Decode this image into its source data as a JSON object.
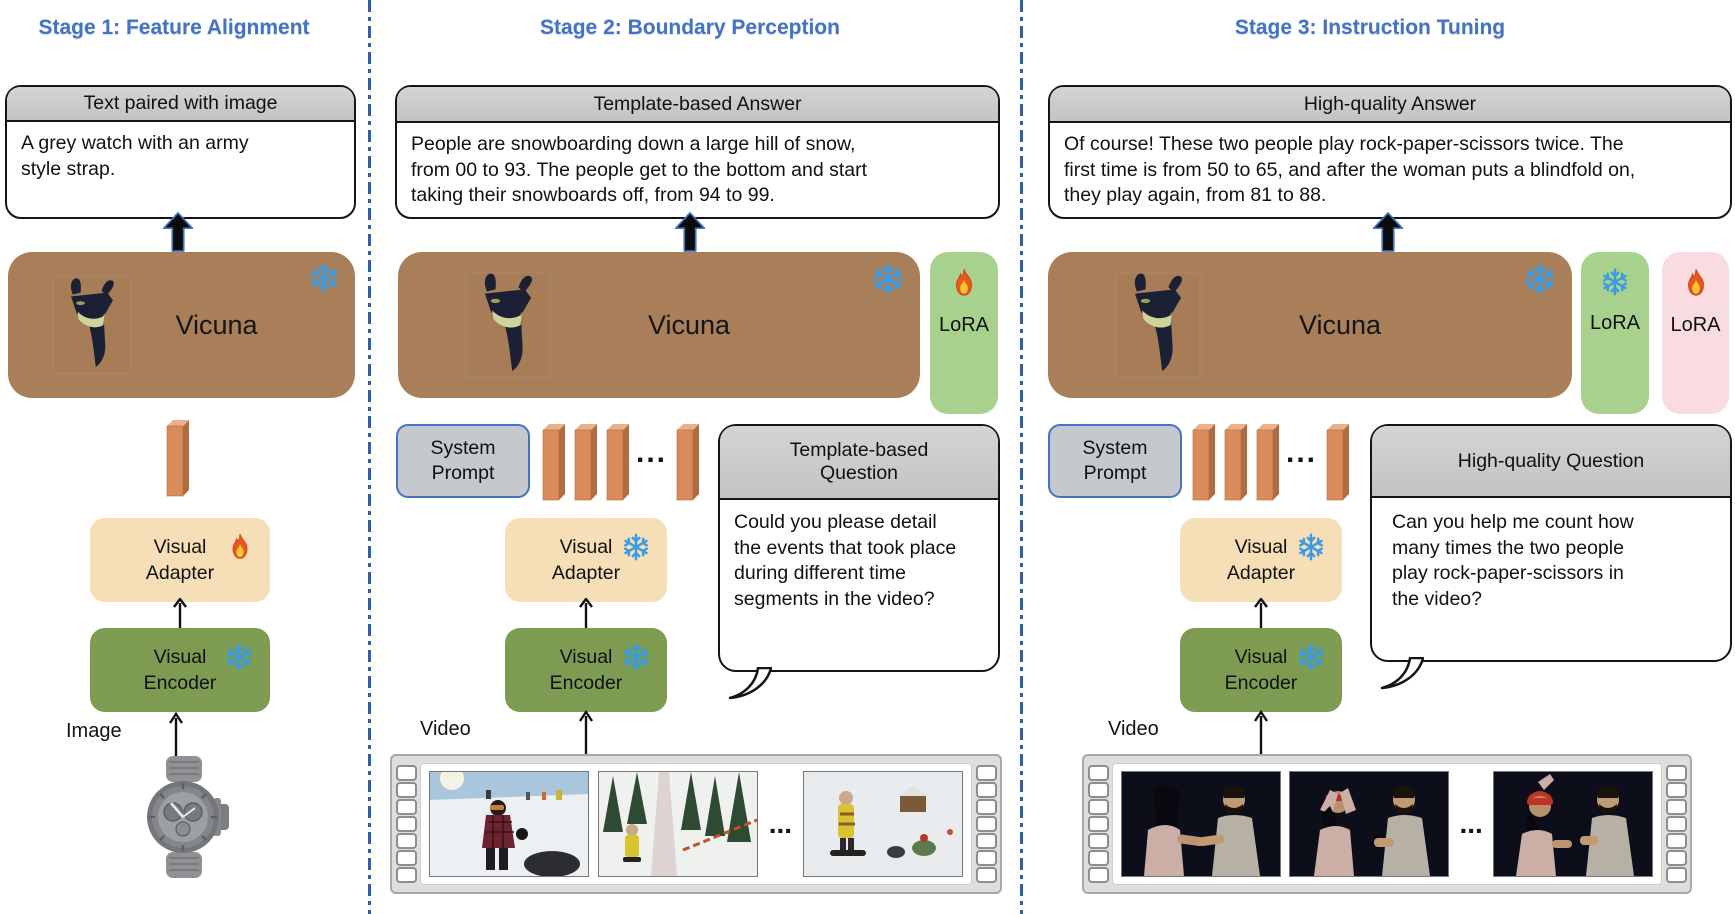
{
  "figure": {
    "description": "Three-stage training pipeline diagram of a video large language model",
    "accent_blue": "#4472C4",
    "divider_color": "#2F5FA8",
    "vicuna_brown": "#A87F58",
    "token_orange": "#D98B5C",
    "adapter_cream": "#F6DEB6",
    "encoder_green": "#7D9C51",
    "lora_green": "#A9D18E",
    "lora_pink": "#F8DCE0",
    "header_grey": "#C9C9C9"
  },
  "icons": {
    "frozen": "snowflake-icon",
    "trainable": "flame-icon"
  },
  "stages": [
    {
      "title": "Stage 1: Feature Alignment",
      "output_box": {
        "header": "Text paired with image",
        "body": "A grey watch with an army style strap."
      },
      "model": {
        "label": "Vicuna",
        "state": "frozen"
      },
      "adapter": {
        "label": "Visual Adapter",
        "line1": "Visual",
        "line2": "Adapter",
        "state": "trainable"
      },
      "encoder": {
        "label": "Visual Encoder",
        "line1": "Visual",
        "line2": "Encoder",
        "state": "frozen"
      },
      "input": {
        "label": "Image"
      }
    },
    {
      "title": "Stage 2: Boundary Perception",
      "output_box": {
        "header": "Template-based Answer",
        "body": "People are snowboarding down a large hill of snow, from 00 to 93. The people get to the bottom and start taking their snowboards off, from 94 to 99."
      },
      "model": {
        "label": "Vicuna",
        "state": "frozen"
      },
      "lora": [
        {
          "label": "LoRA",
          "state": "trainable"
        }
      ],
      "system_prompt": {
        "line1": "System",
        "line2": "Prompt"
      },
      "tokens": {
        "ellipsis": "..."
      },
      "question_box": {
        "header": "Template-based Question",
        "body": "Could you please detail the events that took place during different time segments in the video?"
      },
      "adapter": {
        "label": "Visual Adapter",
        "line1": "Visual",
        "line2": "Adapter",
        "state": "frozen"
      },
      "encoder": {
        "label": "Visual Encoder",
        "line1": "Visual",
        "line2": "Encoder",
        "state": "frozen"
      },
      "input": {
        "label": "Video",
        "frames_ellipsis": "..."
      }
    },
    {
      "title": "Stage 3: Instruction Tuning",
      "output_box": {
        "header": "High-quality Answer",
        "body": "Of course! These two people play rock-paper-scissors twice. The first time is from 50 to 65, and after the woman puts a blindfold on, they play again, from 81 to 88."
      },
      "model": {
        "label": "Vicuna",
        "state": "frozen"
      },
      "lora": [
        {
          "label": "LoRA",
          "state": "frozen"
        },
        {
          "label": "LoRA",
          "state": "trainable"
        }
      ],
      "system_prompt": {
        "line1": "System",
        "line2": "Prompt"
      },
      "tokens": {
        "ellipsis": "..."
      },
      "question_box": {
        "header": "High-quality Question",
        "body": "Can you help me count how many times the two people play rock-paper-scissors in the video?"
      },
      "adapter": {
        "label": "Visual Adapter",
        "line1": "Visual",
        "line2": "Adapter",
        "state": "frozen"
      },
      "encoder": {
        "label": "Visual Encoder",
        "line1": "Visual",
        "line2": "Encoder",
        "state": "frozen"
      },
      "input": {
        "label": "Video",
        "frames_ellipsis": "..."
      }
    }
  ]
}
